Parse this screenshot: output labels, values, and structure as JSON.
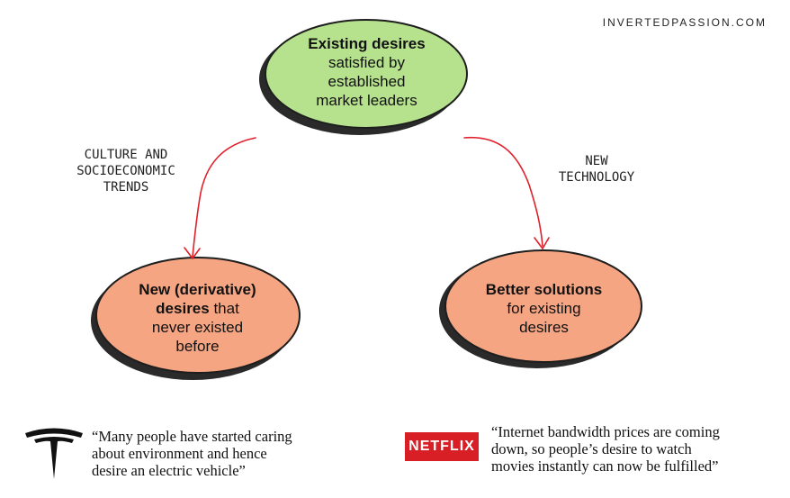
{
  "brand": "INVERTEDPASSION.COM",
  "colors": {
    "green": "#b6e28e",
    "salmon": "#f6a582",
    "arrow": "#e0202a",
    "netflix": "#d81f26"
  },
  "nodes": {
    "top": {
      "bold": "Existing desires",
      "lines": [
        "satisfied by",
        "established",
        "market leaders"
      ]
    },
    "left": {
      "bold_line1": "New (derivative)",
      "bold_line2": "desires",
      "line2_rest": " that",
      "lines": [
        "never existed",
        "before"
      ]
    },
    "right": {
      "bold": "Better solutions",
      "lines": [
        "for existing",
        "desires"
      ]
    }
  },
  "trends": {
    "left": [
      "CULTURE AND",
      "SOCIOECONOMIC",
      "TRENDS"
    ],
    "right": [
      "NEW",
      "TECHNOLOGY"
    ]
  },
  "examples": {
    "tesla": {
      "icon": "tesla-logo-icon",
      "quote": [
        "“Many people have started caring",
        "about environment and hence",
        "desire an electric vehicle”"
      ]
    },
    "netflix": {
      "logo_text": "NETFLIX",
      "quote": [
        "“Internet bandwidth prices are coming",
        "down, so people’s desire to watch",
        "movies instantly can now be fulfilled”"
      ]
    }
  }
}
